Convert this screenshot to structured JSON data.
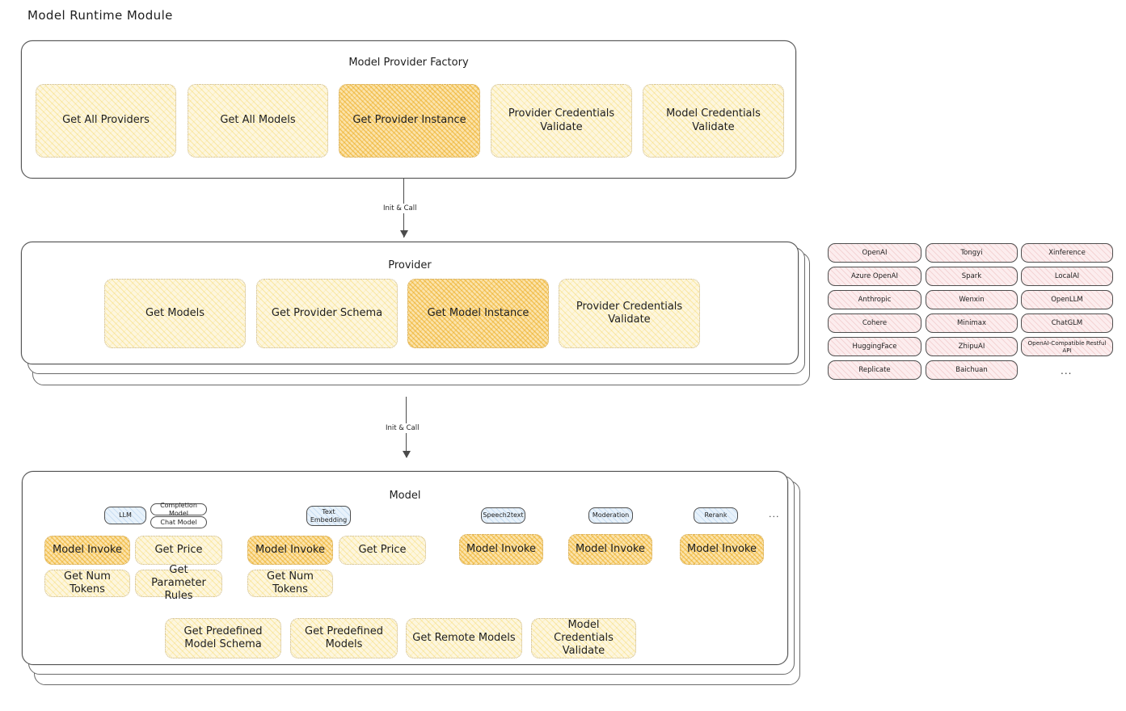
{
  "title": "Model Runtime Module",
  "factory": {
    "title": "Model Provider Factory",
    "nodes": [
      {
        "label": "Get All Providers",
        "highlight": false
      },
      {
        "label": "Get All Models",
        "highlight": false
      },
      {
        "label": "Get Provider Instance",
        "highlight": true
      },
      {
        "label": "Provider Credentials Validate",
        "highlight": false
      },
      {
        "label": "Model Credentials Validate",
        "highlight": false
      }
    ]
  },
  "arrows": [
    {
      "label": "Init & Call"
    },
    {
      "label": "Init & Call"
    }
  ],
  "provider": {
    "title": "Provider",
    "nodes": [
      {
        "label": "Get Models",
        "highlight": false
      },
      {
        "label": "Get Provider Schema",
        "highlight": false
      },
      {
        "label": "Get Model Instance",
        "highlight": true
      },
      {
        "label": "Provider Credentials Validate",
        "highlight": false
      }
    ]
  },
  "provider_list": {
    "columns": [
      [
        "OpenAI",
        "Azure OpenAI",
        "Anthropic",
        "Cohere",
        "HuggingFace",
        "Replicate"
      ],
      [
        "Tongyi",
        "Spark",
        "Wenxin",
        "Minimax",
        "ZhipuAI",
        "Baichuan"
      ],
      [
        "Xinference",
        "LocalAI",
        "OpenLLM",
        "ChatGLM",
        "OpenAI-Compatible Restful API"
      ]
    ],
    "more": "..."
  },
  "model": {
    "title": "Model",
    "more": "...",
    "types": [
      {
        "name": "LLM",
        "subtags": [
          "Completion Model",
          "Chat Model"
        ],
        "nodes": [
          {
            "label": "Model Invoke",
            "highlight": true
          },
          {
            "label": "Get Price",
            "highlight": false
          },
          {
            "label": "Get Num Tokens",
            "highlight": false
          },
          {
            "label": "Get Parameter Rules",
            "highlight": false
          }
        ]
      },
      {
        "name": "Text Embedding",
        "subtags": [],
        "nodes": [
          {
            "label": "Model Invoke",
            "highlight": true
          },
          {
            "label": "Get Price",
            "highlight": false
          },
          {
            "label": "Get Num Tokens",
            "highlight": false
          }
        ]
      },
      {
        "name": "Speech2text",
        "subtags": [],
        "nodes": [
          {
            "label": "Model Invoke",
            "highlight": true
          }
        ]
      },
      {
        "name": "Moderation",
        "subtags": [],
        "nodes": [
          {
            "label": "Model Invoke",
            "highlight": true
          }
        ]
      },
      {
        "name": "Rerank",
        "subtags": [],
        "nodes": [
          {
            "label": "Model Invoke",
            "highlight": true
          }
        ]
      }
    ],
    "common_nodes": [
      {
        "label": "Get Predefined Model Schema"
      },
      {
        "label": "Get Predefined Models"
      },
      {
        "label": "Get Remote Models"
      },
      {
        "label": "Model Credentials Validate"
      }
    ]
  },
  "colors": {
    "cream": "#fdf6de",
    "amber": "#fbe3ab",
    "rose": "#fcedee",
    "blue": "#e8f2fb",
    "stroke": "#4b4b4b"
  }
}
